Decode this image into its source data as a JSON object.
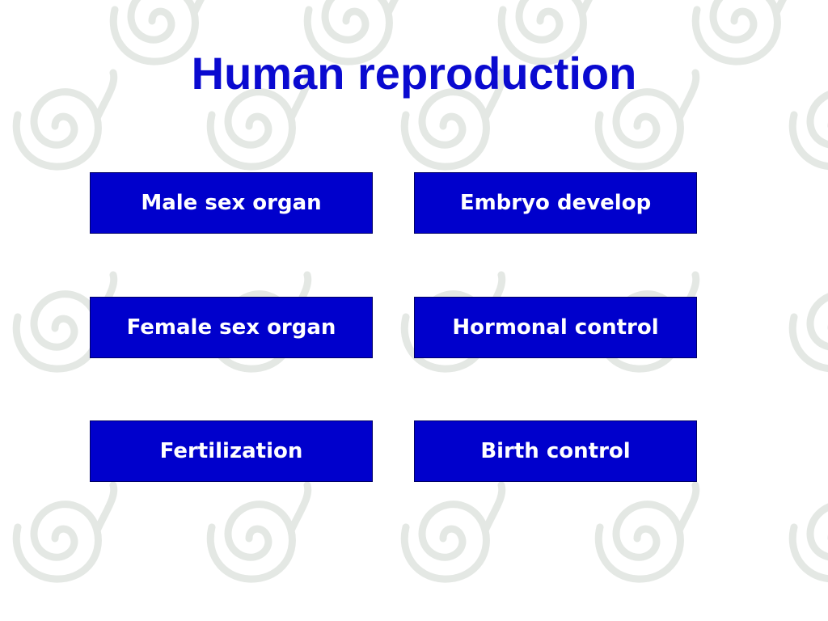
{
  "slide": {
    "title": "Human reproduction",
    "title_color": "#0a0ad0",
    "button_color": "#0000cc",
    "buttons": [
      {
        "label": "Male sex organ"
      },
      {
        "label": "Embryo develop"
      },
      {
        "label": "Female sex organ"
      },
      {
        "label": "Hormonal control"
      },
      {
        "label": "Fertilization"
      },
      {
        "label": "Birth control"
      }
    ]
  }
}
